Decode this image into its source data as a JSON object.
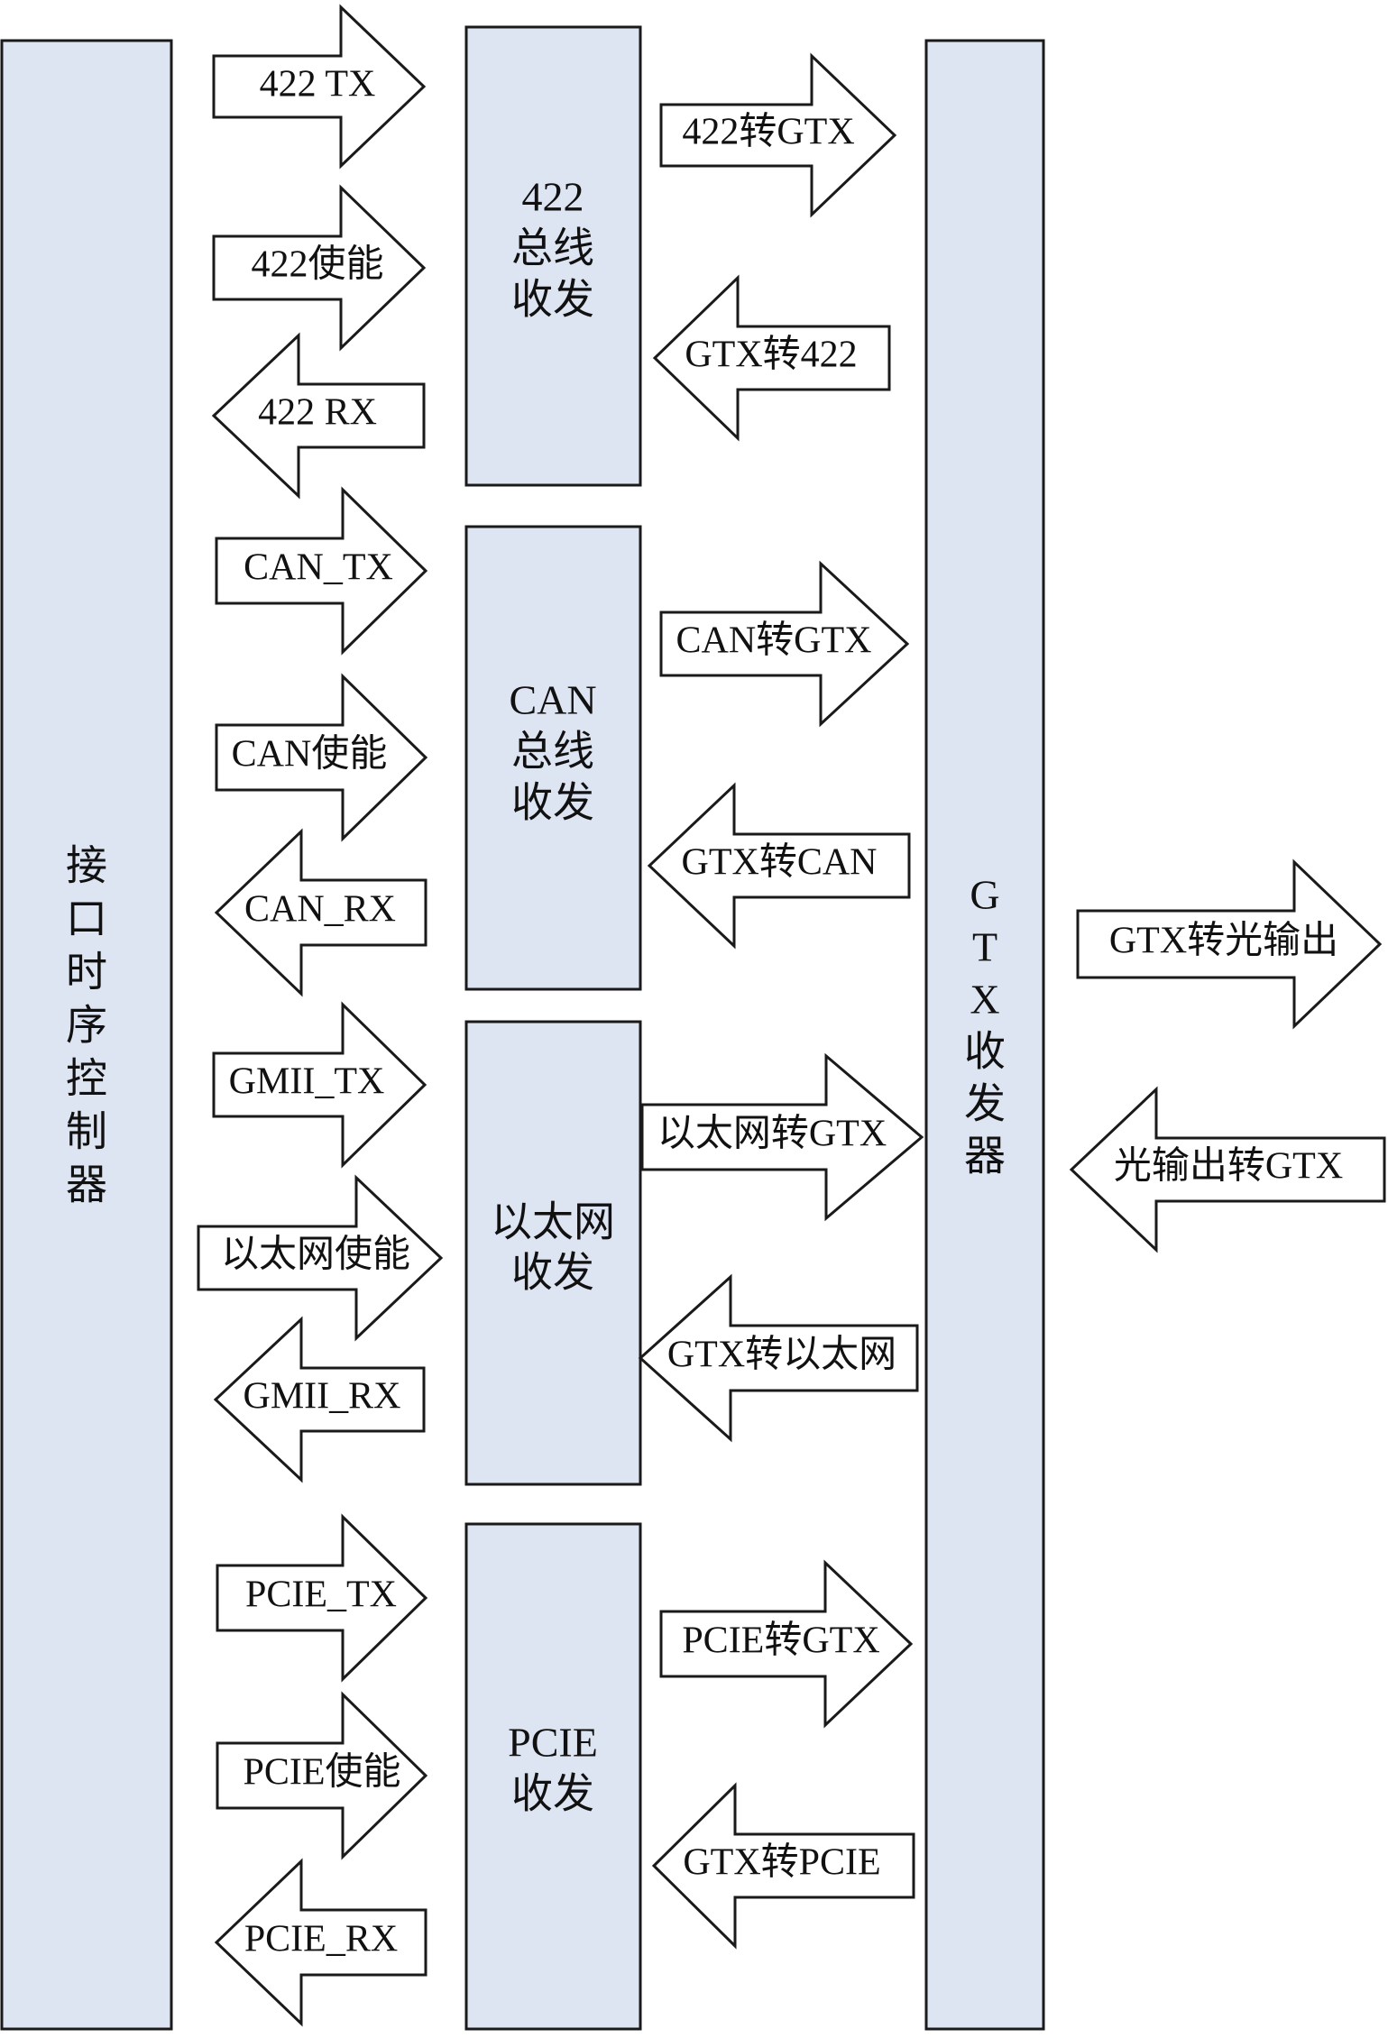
{
  "colors": {
    "block_fill": "#dde4f2",
    "stroke": "#1a1a1a",
    "arrow_fill": "#ffffff"
  },
  "blocks": {
    "controller": [
      "接",
      "口",
      "时",
      "序",
      "控",
      "制",
      "器"
    ],
    "bus422": [
      "422",
      "总线",
      "收发"
    ],
    "can": [
      "CAN",
      "总线",
      "收发"
    ],
    "eth": [
      "以太网",
      "收发"
    ],
    "pcie": [
      "PCIE",
      "收发"
    ],
    "gtx": [
      "G",
      "T",
      "X",
      "收",
      "发",
      "器"
    ]
  },
  "arrows": {
    "tx422": "422 TX",
    "en422": "422使能",
    "rx422": "422 RX",
    "to_gtx422": "422转GTX",
    "from_gtx422": "GTX转422",
    "can_tx": "CAN_TX",
    "can_en": "CAN使能",
    "can_rx": "CAN_RX",
    "can_to_gtx": "CAN转GTX",
    "gtx_to_can": "GTX转CAN",
    "gmii_tx": "GMII_TX",
    "eth_en": "以太网使能",
    "gmii_rx": "GMII_RX",
    "eth_to_gtx": "以太网转GTX",
    "gtx_to_eth": "GTX转以太网",
    "pcie_tx": "PCIE_TX",
    "pcie_en": "PCIE使能",
    "pcie_rx": "PCIE_RX",
    "pcie_to_gtx": "PCIE转GTX",
    "gtx_to_pcie": "GTX转PCIE",
    "gtx_to_optical": "GTX转光输出",
    "optical_to_gtx": "光输出转GTX"
  }
}
